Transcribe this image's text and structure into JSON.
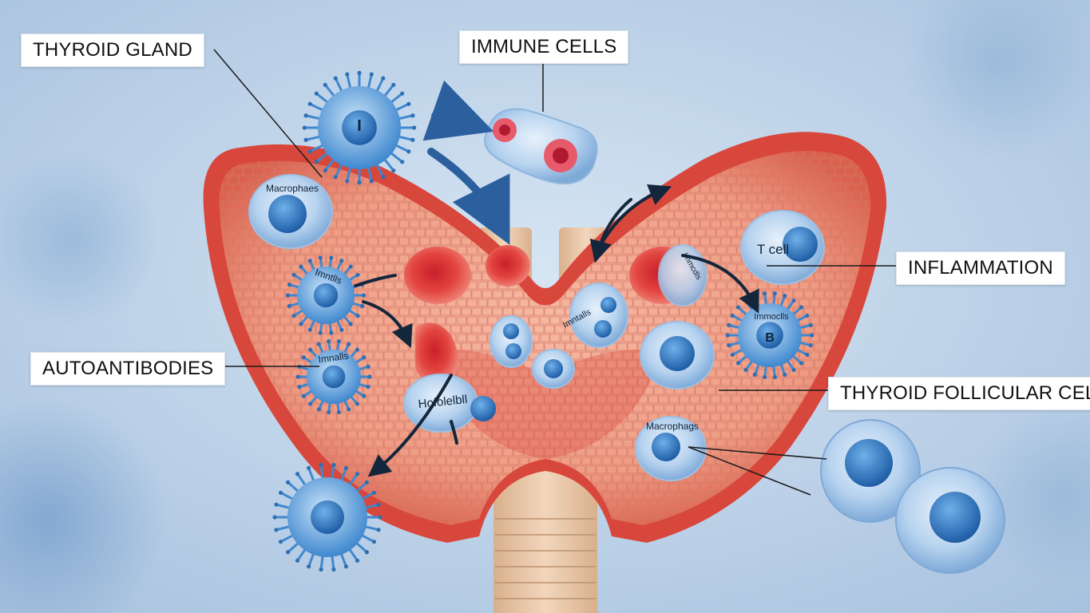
{
  "labels": {
    "thyroid_gland": "THYROID GLAND",
    "immune_cells": "IMMUNE CELLS",
    "inflammation": "INFLAMMATION",
    "autoantibodies": "AUTOANTIBODIES",
    "thyroid_follicular_cells": "THYROID FOLLICULAR CELLS"
  },
  "cell_labels": {
    "t_cell_letter": "I",
    "macrophages_top_left": "Macrophaes",
    "lymph_left_upper": "Imntlls",
    "lymph_left_lower": "Imnalls",
    "lymph_center": "Imntalls",
    "hollow_cell": "Hofolelbll",
    "lymph_right": "Immcdls",
    "b_cell_letter": "B",
    "b_cell_caption": "Immoclls",
    "t_cell_right": "T cell",
    "macrophages_right": "Macrophags"
  },
  "colors": {
    "background": "#b9cfe6",
    "gland_red": "#e0584a",
    "gland_tissue": "#f2a890",
    "immune_blue": "#4a8fd0",
    "nucleus_blue": "#2f6fb5",
    "arrow_blue": "#2c5f9e",
    "arrow_dark": "#14263b",
    "trachea": "#e8c7a8"
  }
}
